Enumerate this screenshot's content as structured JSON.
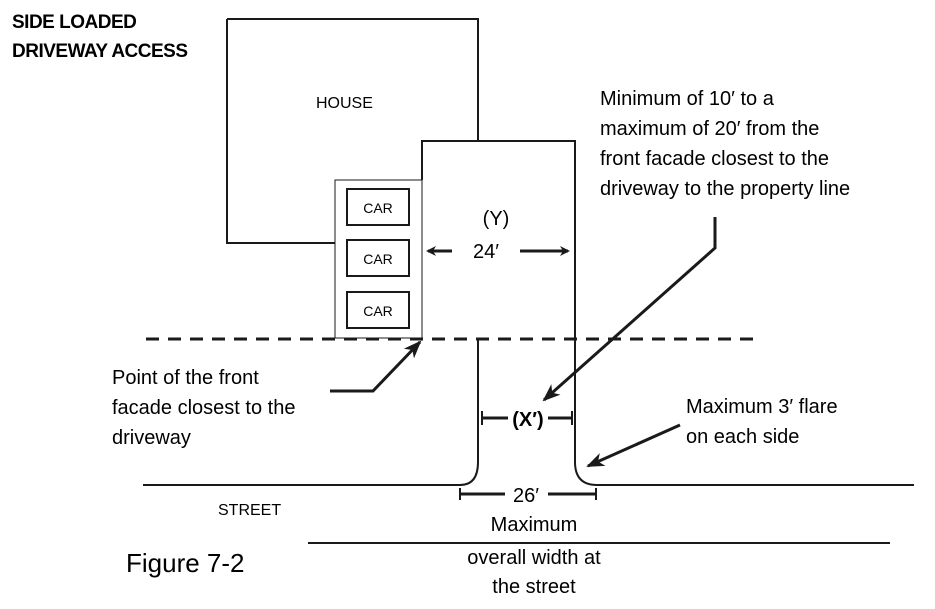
{
  "title": {
    "line1": "SIDE LOADED",
    "line2": "DRIVEWAY ACCESS"
  },
  "labels": {
    "house": "HOUSE",
    "cars": [
      "CAR",
      "CAR",
      "CAR"
    ],
    "street": "STREET",
    "figure": "Figure 7-2"
  },
  "dimensions": {
    "y_label": "(Y)",
    "y_value": "24′",
    "x_label": "(X′)",
    "street_width": "26′"
  },
  "notes": {
    "setback": [
      "Minimum of 10′ to a",
      "maximum of 20′ from the",
      "front facade closest to the",
      "driveway to the property line"
    ],
    "facade_point": [
      "Point of the front",
      "facade closest to the",
      "driveway"
    ],
    "flare": [
      "Maximum 3′ flare",
      "on each side"
    ],
    "max_width": [
      "Maximum",
      "overall width at",
      "the street"
    ]
  },
  "colors": {
    "line": "#1a1a1a",
    "background": "#ffffff"
  }
}
